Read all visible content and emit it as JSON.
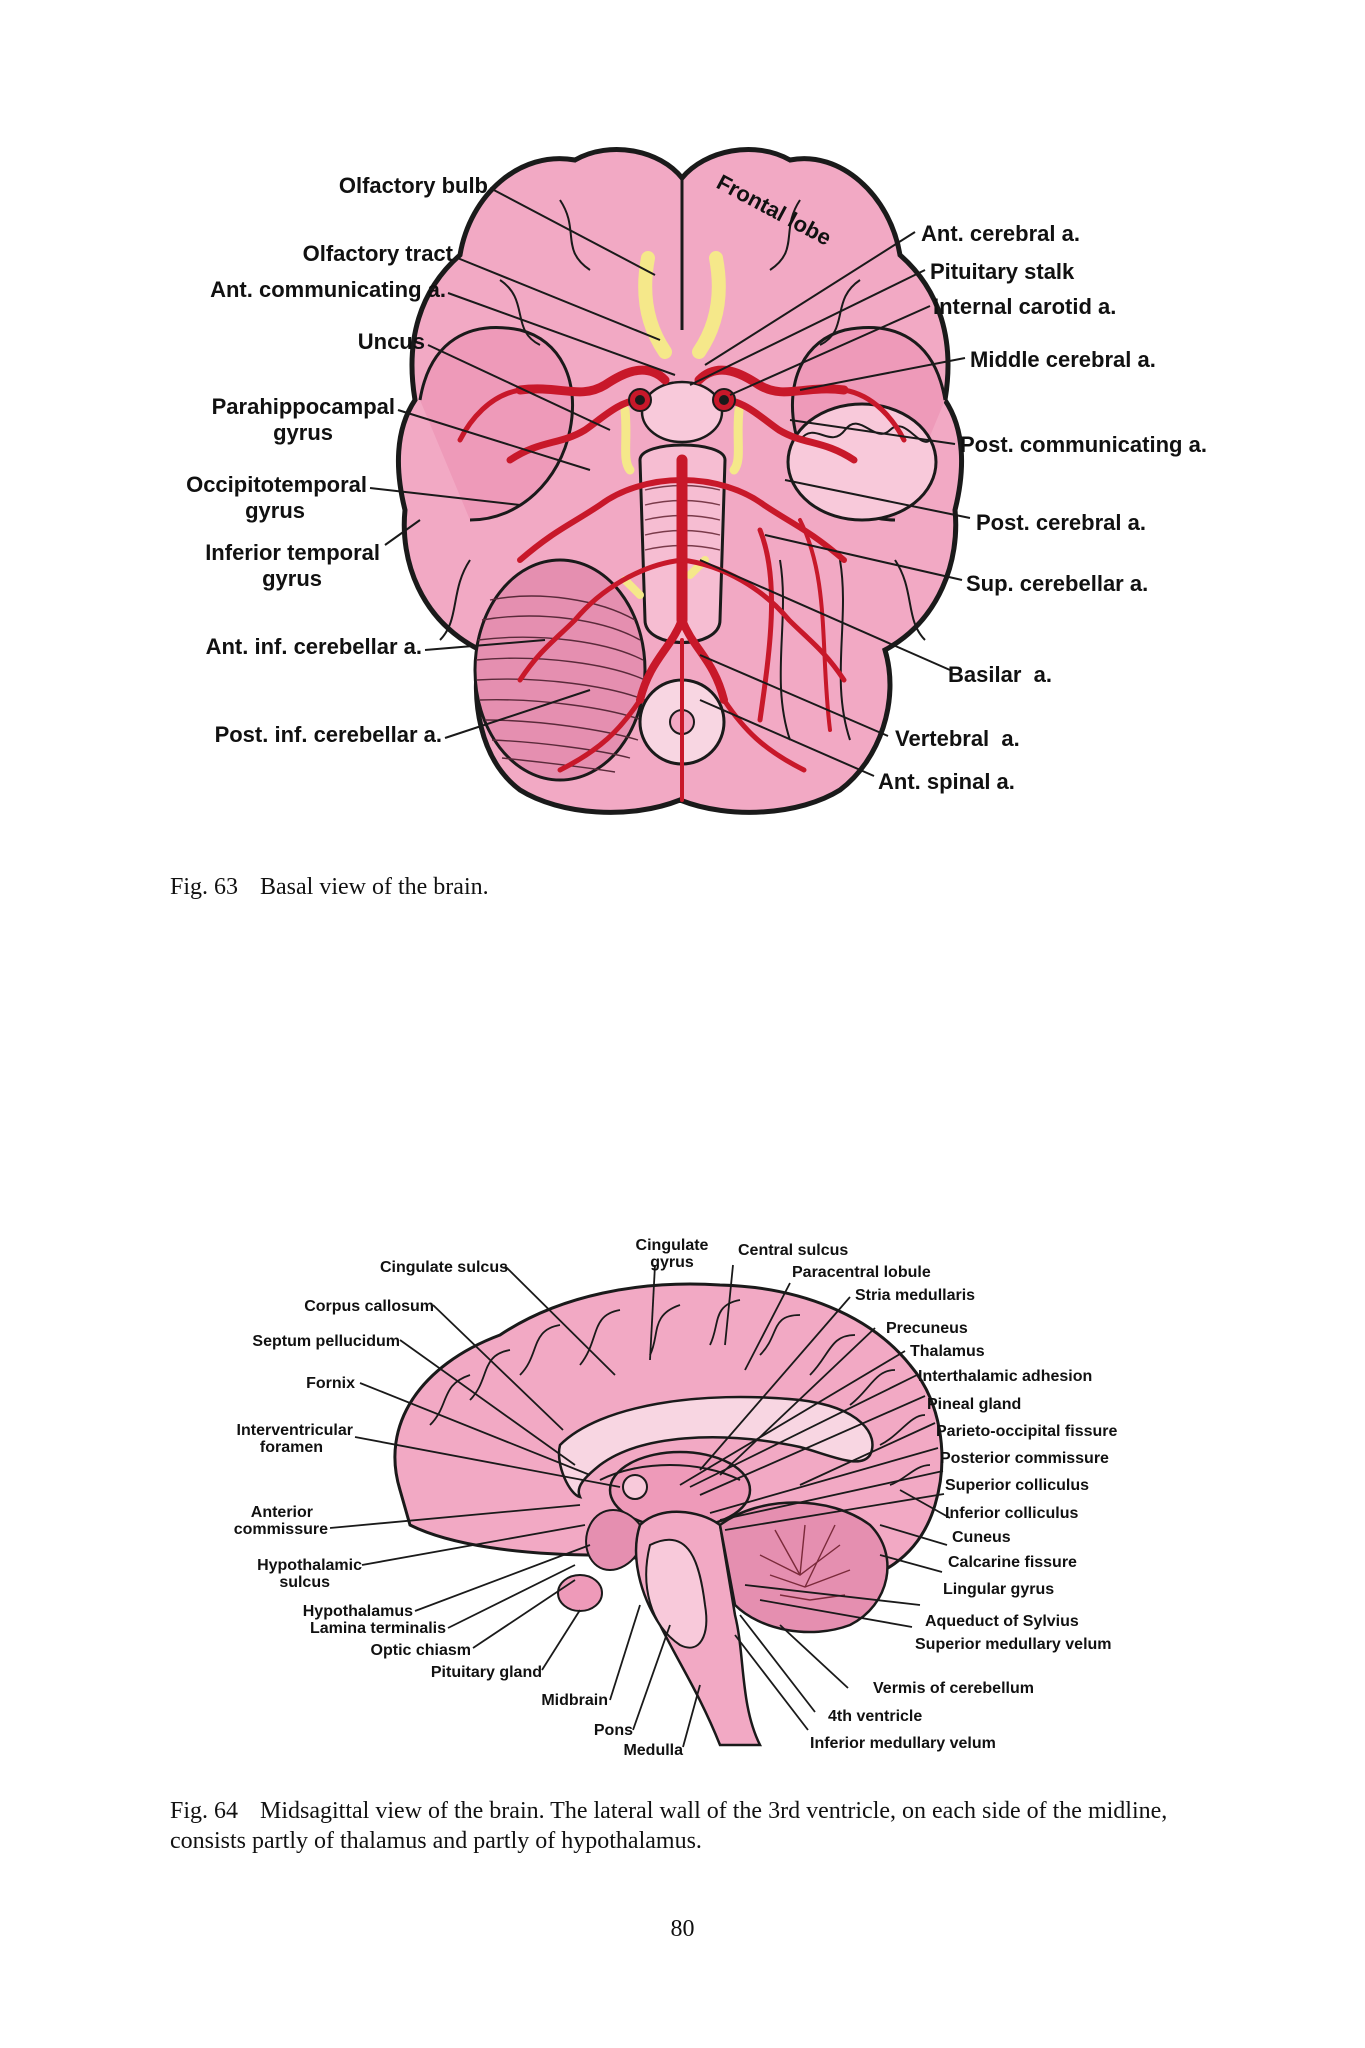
{
  "fig63": {
    "number": "Fig. 63",
    "caption": "Basal view of the brain.",
    "frontal_lobe": "Frontal lobe",
    "labels": {
      "olfactory_bulb": "Olfactory bulb",
      "olfactory_tract": "Olfactory tract",
      "ant_communicating": "Ant. communicating a.",
      "uncus": "Uncus",
      "parahippocampal_1": "Parahippocampal",
      "parahippocampal_2": "gyrus",
      "occipitotemporal_1": "Occipitotemporal",
      "occipitotemporal_2": "gyrus",
      "inferior_temporal_1": "Inferior temporal",
      "inferior_temporal_2": "gyrus",
      "ant_inf_cerebellar": "Ant. inf. cerebellar a.",
      "post_inf_cerebellar": "Post. inf. cerebellar a.",
      "ant_cerebral": "Ant. cerebral a.",
      "pituitary_stalk": "Pituitary stalk",
      "internal_carotid": "Internal carotid a.",
      "middle_cerebral": "Middle cerebral a.",
      "post_communicating": "Post. communicating a.",
      "post_cerebral": "Post. cerebral a.",
      "sup_cerebellar": "Sup. cerebellar a.",
      "basilar": "Basilar  a.",
      "vertebral": "Vertebral  a.",
      "ant_spinal": "Ant. spinal a."
    }
  },
  "fig64": {
    "number": "Fig. 64",
    "caption_line1": "Midsagittal view of the brain. The lateral wall of the 3rd ventricle, on each side of the midline,",
    "caption_line2": "consists partly of thalamus and partly of hypothalamus.",
    "labels": {
      "cingulate_gyrus_1": "Cingulate",
      "cingulate_gyrus_2": "gyrus",
      "cingulate_sulcus": "Cingulate sulcus",
      "corpus_callosum": "Corpus callosum",
      "septum_pellucidum": "Septum pellucidum",
      "fornix": "Fornix",
      "interventricular_1": "Interventricular",
      "interventricular_2": "foramen",
      "anterior_commissure_1": "Anterior",
      "anterior_commissure_2": "commissure",
      "hypothalamic_sulcus_1": "Hypothalamic",
      "hypothalamic_sulcus_2": "sulcus",
      "hypothalamus": "Hypothalamus",
      "lamina_terminalis": "Lamina terminalis",
      "optic_chiasm": "Optic chiasm",
      "pituitary_gland": "Pituitary gland",
      "midbrain": "Midbrain",
      "pons": "Pons",
      "medulla": "Medulla",
      "central_sulcus": "Central sulcus",
      "paracentral_lobule": "Paracentral lobule",
      "stria_medullaris": "Stria medullaris",
      "precuneus": "Precuneus",
      "thalamus": "Thalamus",
      "interthalamic_adhesion": "Interthalamic adhesion",
      "pineal_gland": "Pineal gland",
      "parieto_occipital": "Parieto-occipital fissure",
      "posterior_commissure": "Posterior commissure",
      "superior_colliculus": "Superior colliculus",
      "inferior_colliculus": "Inferior colliculus",
      "cuneus": "Cuneus",
      "calcarine_fissure": "Calcarine fissure",
      "lingular_gyrus": "Lingular gyrus",
      "aqueduct": "Aqueduct of Sylvius",
      "sup_medullary_velum": "Superior medullary velum",
      "vermis": "Vermis of cerebellum",
      "fourth_ventricle": "4th ventricle",
      "inf_medullary_velum": "Inferior medullary velum"
    }
  },
  "page_number": "80",
  "colors": {
    "brain_pink": "#f2a9c4",
    "brain_light": "#f8c9da",
    "artery_red": "#c8182a",
    "olfactory_yellow": "#f5e88a",
    "outline": "#1a1a1a"
  }
}
